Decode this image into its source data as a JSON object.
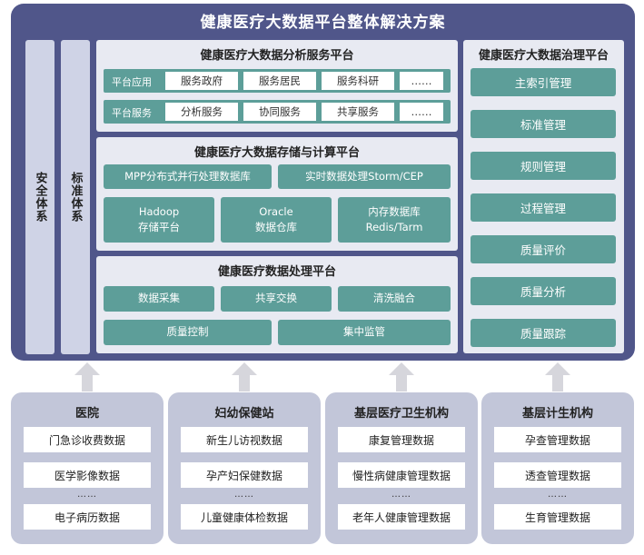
{
  "title": "健康医疗大数据平台整体解决方案",
  "side_columns": [
    "安全体系",
    "标准体系"
  ],
  "analysis": {
    "title": "健康医疗大数据分析服务平台",
    "rows": [
      {
        "label": "平台应用",
        "items": [
          "服务政府",
          "服务居民",
          "服务科研",
          "……"
        ]
      },
      {
        "label": "平台服务",
        "items": [
          "分析服务",
          "协同服务",
          "共享服务",
          "……"
        ]
      }
    ]
  },
  "storage": {
    "title": "健康医疗大数据存储与计算平台",
    "row1": [
      "MPP分布式并行处理数据库",
      "实时数据处理Storm/CEP"
    ],
    "row2": [
      {
        "line1": "Hadoop",
        "line2": "存储平台"
      },
      {
        "line1": "Oracle",
        "line2": "数据仓库"
      },
      {
        "line1": "内存数据库",
        "line2": "Redis/Tarm"
      }
    ]
  },
  "processing": {
    "title": "健康医疗数据处理平台",
    "row1": [
      "数据采集",
      "共享交换",
      "清洗融合"
    ],
    "row2": [
      "质量控制",
      "集中监管"
    ]
  },
  "governance": {
    "title": "健康医疗大数据治理平台",
    "items": [
      "主索引管理",
      "标准管理",
      "规则管理",
      "过程管理",
      "质量评价",
      "质量分析",
      "质量跟踪"
    ]
  },
  "sources": [
    {
      "title": "医院",
      "items": [
        "门急诊收费数据",
        "医学影像数据",
        "……",
        "电子病历数据"
      ]
    },
    {
      "title": "妇幼保健站",
      "items": [
        "新生儿访视数据",
        "孕产妇保健数据",
        "……",
        "儿童健康体检数据"
      ]
    },
    {
      "title": "基层医疗卫生机构",
      "items": [
        "康复管理数据",
        "慢性病健康管理数据",
        "……",
        "老年人健康管理数据"
      ]
    },
    {
      "title": "基层计生机构",
      "items": [
        "孕查管理数据",
        "透查管理数据",
        "……",
        "生育管理数据"
      ]
    }
  ],
  "colors": {
    "frame": "#50568a",
    "teal": "#5d9e99",
    "panel": "#e8eaf2",
    "source": "#c2c6d9",
    "arrow": "#d6d6dc"
  }
}
